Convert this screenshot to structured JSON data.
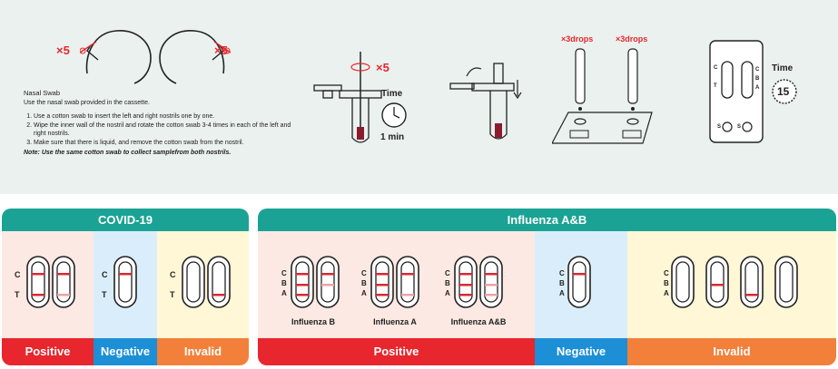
{
  "instructions": {
    "title": "Nasal Swab",
    "intro": "Use the nasal swab provided in the cassette.",
    "steps": [
      "Use a cotton swab to insert the left and right nostrils one by one.",
      "Wipe the inner wall of the nostril and rotate the cotton swab 3-4 times in each of the left and right nostrils.",
      "Make sure that there is liquid, and remove the cotton swab from the nostril."
    ],
    "note": "Note: Use the same cotton swab to collect samplefrom both nostrils.",
    "times_left": "×5",
    "times_right": "×5"
  },
  "step2": {
    "rotate": "×5",
    "time_label": "Time",
    "time_value": "1 min"
  },
  "step3": {
    "drops_a": "×3drops",
    "drops_b": "×3drops"
  },
  "step4": {
    "time_label": "Time",
    "time_value": "15",
    "labels_left": [
      "C",
      "T"
    ],
    "labels_right": [
      "C",
      "B",
      "A"
    ],
    "s_label": "S"
  },
  "covid": {
    "title": "COVID-19",
    "labels": [
      "C",
      "T"
    ],
    "positive": "Positive",
    "negative": "Negative",
    "invalid": "Invalid"
  },
  "flu": {
    "title": "Influenza A&B",
    "labels": [
      "C",
      "B",
      "A"
    ],
    "sub_b": "Influenza B",
    "sub_a": "Influenza A",
    "sub_ab": "Influenza A&B",
    "positive": "Positive",
    "negative": "Negative",
    "invalid": "Invalid"
  },
  "colors": {
    "teal": "#1aa394",
    "red": "#e8262d",
    "blue": "#1c8fd6",
    "orange": "#f2803a",
    "pink_bg": "#fde9e3",
    "blue_bg": "#d9eefa",
    "yellow_bg": "#fff7d6",
    "line": "#d62a33",
    "faint": "#f1a1a4"
  }
}
